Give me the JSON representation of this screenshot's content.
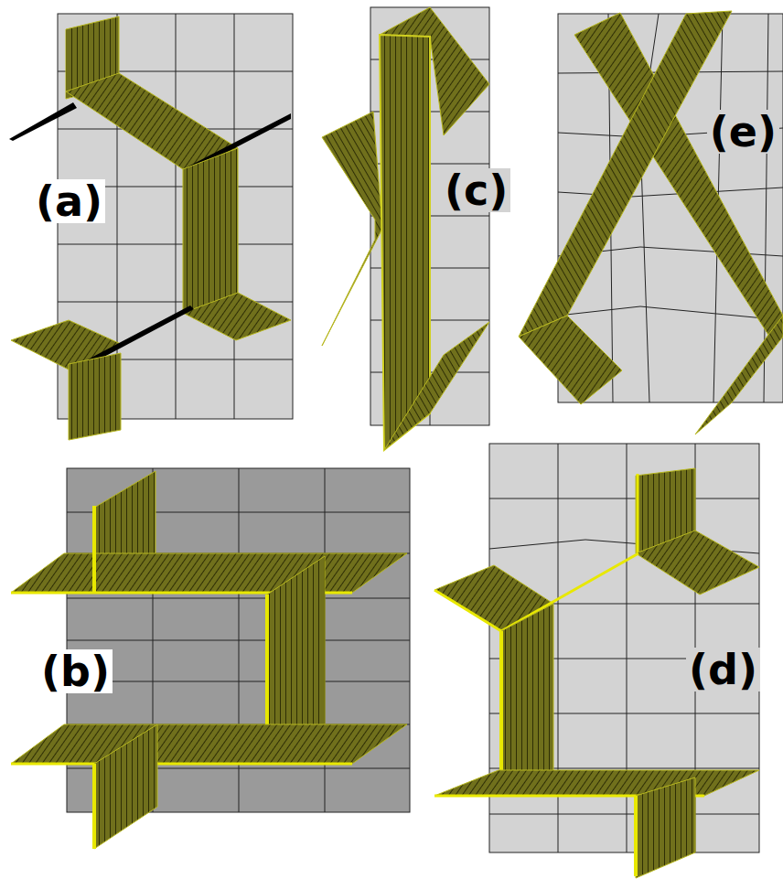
{
  "diagram": {
    "labels": [
      "(a)",
      "(c)",
      "(e)",
      "(b)",
      "(d)"
    ]
  }
}
